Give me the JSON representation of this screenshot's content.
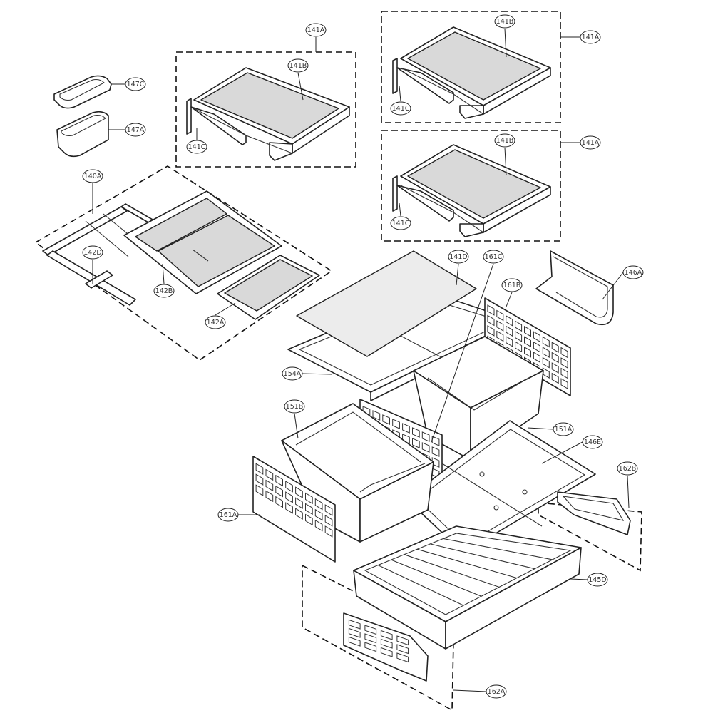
{
  "callouts": [
    {
      "id": "c-141A-left",
      "label": "141A"
    },
    {
      "id": "c-141B-left",
      "label": "141B"
    },
    {
      "id": "c-141C-left",
      "label": "141C"
    },
    {
      "id": "c-141B-top",
      "label": "141B"
    },
    {
      "id": "c-141A-top",
      "label": "141A"
    },
    {
      "id": "c-141C-top",
      "label": "141C"
    },
    {
      "id": "c-141B-mid",
      "label": "141B"
    },
    {
      "id": "c-141A-mid",
      "label": "141A"
    },
    {
      "id": "c-141C-mid",
      "label": "141C"
    },
    {
      "id": "c-147C",
      "label": "147C"
    },
    {
      "id": "c-147A",
      "label": "147A"
    },
    {
      "id": "c-140A",
      "label": "140A"
    },
    {
      "id": "c-142D",
      "label": "142D"
    },
    {
      "id": "c-142B",
      "label": "142B"
    },
    {
      "id": "c-142A",
      "label": "142A"
    },
    {
      "id": "c-141D",
      "label": "141D"
    },
    {
      "id": "c-161C",
      "label": "161C"
    },
    {
      "id": "c-161B",
      "label": "161B"
    },
    {
      "id": "c-146A",
      "label": "146A"
    },
    {
      "id": "c-154A",
      "label": "154A"
    },
    {
      "id": "c-151B",
      "label": "151B"
    },
    {
      "id": "c-151A",
      "label": "151A"
    },
    {
      "id": "c-146E",
      "label": "146E"
    },
    {
      "id": "c-162B",
      "label": "162B"
    },
    {
      "id": "c-161A",
      "label": "161A"
    },
    {
      "id": "c-145D",
      "label": "145D"
    },
    {
      "id": "c-162A",
      "label": "162A"
    }
  ]
}
